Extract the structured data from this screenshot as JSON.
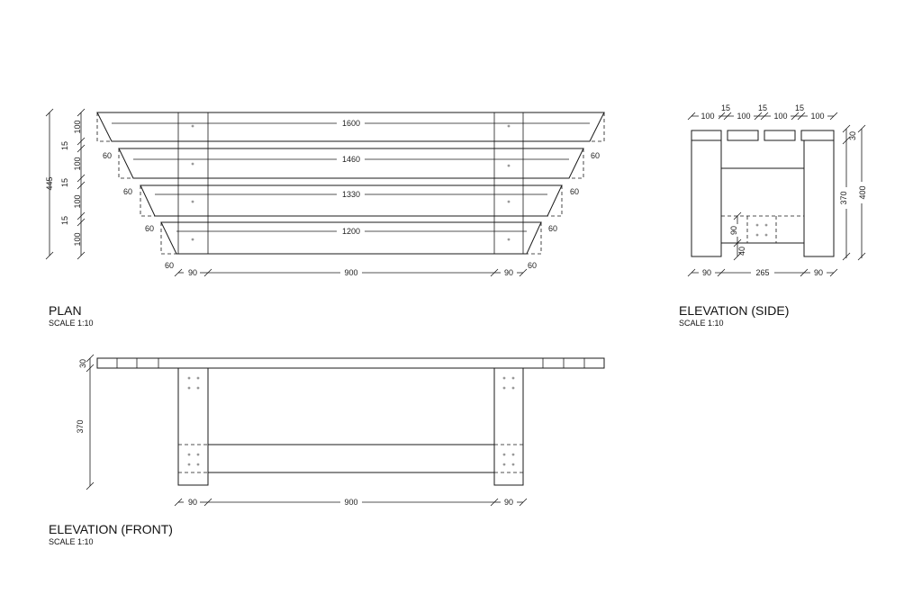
{
  "views": {
    "plan": {
      "title": "PLAN",
      "scale": "SCALE 1:10",
      "board_lengths": [
        "1600",
        "1460",
        "1330",
        "1200"
      ],
      "offsets": [
        "60",
        "60",
        "60",
        "60",
        "60",
        "60",
        "60",
        "60"
      ],
      "left_dims": [
        "445",
        "100",
        "15",
        "100",
        "15",
        "100",
        "15",
        "100"
      ],
      "bottom_dims": [
        "90",
        "900",
        "90"
      ]
    },
    "side": {
      "title": "ELEVATION (SIDE)",
      "scale": "SCALE 1:10",
      "top_gaps": [
        "15",
        "15",
        "15"
      ],
      "top_boards": [
        "100",
        "100",
        "100",
        "100"
      ],
      "right_dims": [
        "30",
        "370",
        "400"
      ],
      "rail_dims": [
        "90",
        "40"
      ],
      "bottom_dims": [
        "90",
        "265",
        "90"
      ]
    },
    "front": {
      "title": "ELEVATION (FRONT)",
      "scale": "SCALE 1:10",
      "left_dims": [
        "30",
        "370"
      ],
      "bottom_dims": [
        "90",
        "900",
        "90"
      ]
    }
  }
}
